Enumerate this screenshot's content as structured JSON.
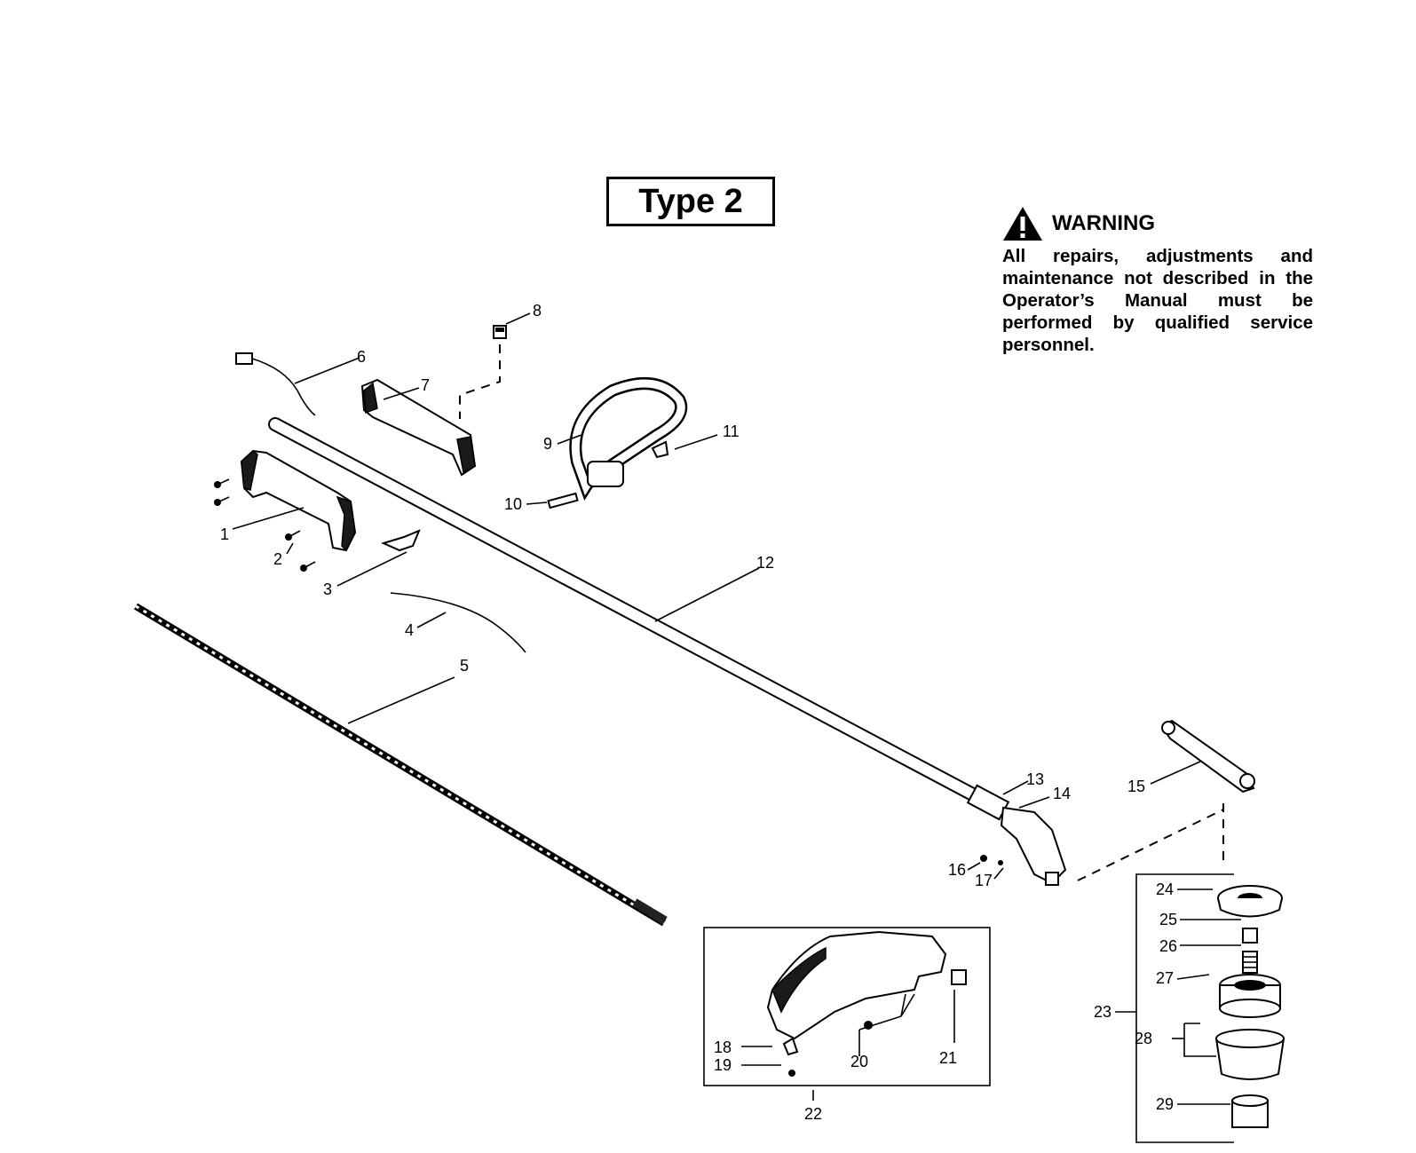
{
  "title": "Type 2",
  "warning": {
    "heading": "WARNING",
    "text": "All repairs, adjustments and maintenance not described in the Operator’s Manual must be performed by qualified service personnel."
  },
  "callouts": [
    "1",
    "2",
    "3",
    "4",
    "5",
    "6",
    "7",
    "8",
    "9",
    "10",
    "11",
    "12",
    "13",
    "14",
    "15",
    "16",
    "17",
    "18",
    "19",
    "20",
    "21",
    "22",
    "23",
    "24",
    "25",
    "26",
    "27",
    "28",
    "29"
  ]
}
